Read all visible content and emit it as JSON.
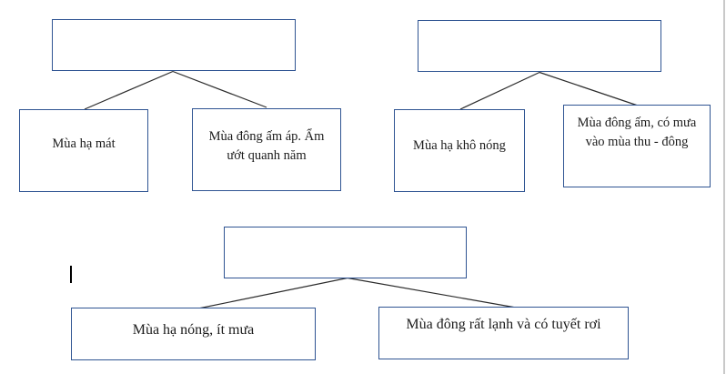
{
  "colors": {
    "box_border": "#2f5492",
    "connector_line": "#2b2b2b",
    "text": "#1c1c1c",
    "page_edge": "#c9c9c9",
    "background": "#ffffff"
  },
  "diagram": {
    "groups": [
      {
        "id": "group-1",
        "parent_label": "",
        "children": [
          {
            "label": "Mùa hạ mát"
          },
          {
            "label": "Mùa đông ấm áp. Ẩm ướt quanh năm"
          }
        ]
      },
      {
        "id": "group-2",
        "parent_label": "",
        "children": [
          {
            "label": "Mùa hạ khô nóng"
          },
          {
            "label": "Mùa đông ấm, có mưa vào mùa thu - đông"
          }
        ]
      },
      {
        "id": "group-3",
        "parent_label": "",
        "children": [
          {
            "label": "Mùa hạ nóng, ít mưa"
          },
          {
            "label": "Mùa đông rất lạnh và có tuyết rơi"
          }
        ]
      }
    ]
  }
}
